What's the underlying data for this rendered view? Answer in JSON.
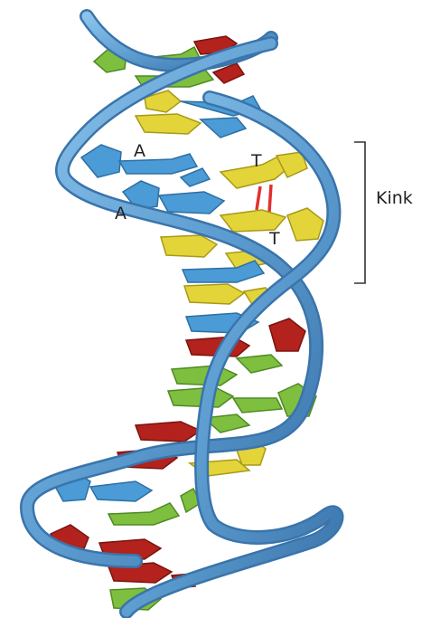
{
  "labels": {
    "a_upper": "A",
    "a_lower": "A",
    "t_upper": "T",
    "t_lower": "T",
    "kink": "Kink"
  },
  "colors": {
    "backbone": "#5e9ed1",
    "backbone_dark": "#3f7fb8",
    "base_green": "#7fbf3f",
    "base_yellow": "#e3d43a",
    "base_red": "#b3221c",
    "base_blue": "#4a9bd6",
    "hbond": "#e0312e",
    "bracket": "#333333"
  }
}
